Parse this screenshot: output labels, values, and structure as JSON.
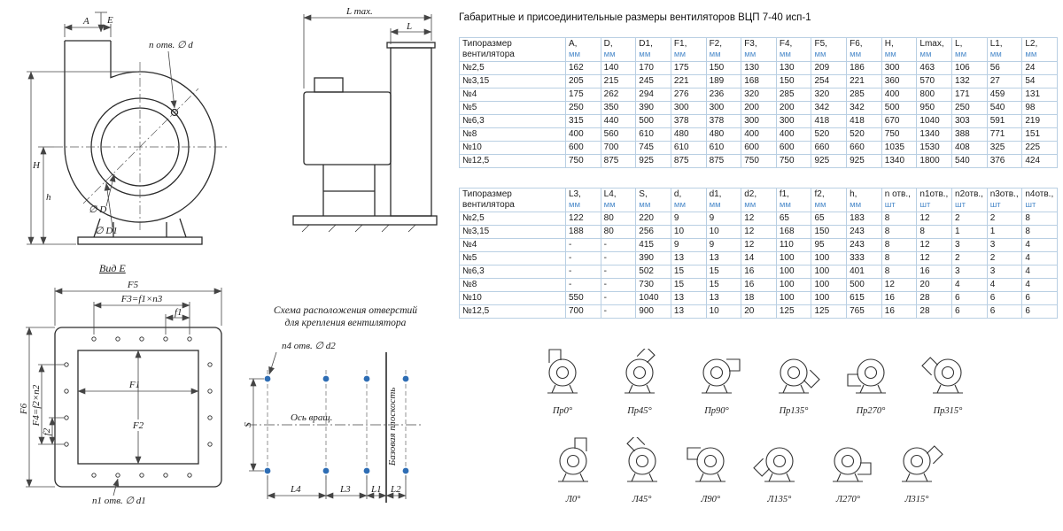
{
  "title": "Габаритные и присоединительные размеры вентиляторов ВЦП 7-40 исп-1",
  "colors": {
    "accent_blue": "#2e6db4",
    "unit_blue": "#4e8ccb",
    "table_border": "#b9cfe3",
    "drawing_line": "#2b2b2b"
  },
  "dim_table": {
    "corner": "Типоразмер вентилятора",
    "columns": [
      {
        "name": "A,",
        "unit": "мм"
      },
      {
        "name": "D,",
        "unit": "мм"
      },
      {
        "name": "D1,",
        "unit": "мм"
      },
      {
        "name": "F1,",
        "unit": "мм"
      },
      {
        "name": "F2,",
        "unit": "мм"
      },
      {
        "name": "F3,",
        "unit": "мм"
      },
      {
        "name": "F4,",
        "unit": "мм"
      },
      {
        "name": "F5,",
        "unit": "мм"
      },
      {
        "name": "F6,",
        "unit": "мм"
      },
      {
        "name": "H,",
        "unit": "мм"
      },
      {
        "name": "Lmax,",
        "unit": "мм"
      },
      {
        "name": "L,",
        "unit": "мм"
      },
      {
        "name": "L1,",
        "unit": "мм"
      },
      {
        "name": "L2,",
        "unit": "мм"
      }
    ],
    "rows": [
      {
        "label": "№2,5",
        "values": [
          "162",
          "140",
          "170",
          "175",
          "150",
          "130",
          "130",
          "209",
          "186",
          "300",
          "463",
          "106",
          "56",
          "24"
        ]
      },
      {
        "label": "№3,15",
        "values": [
          "205",
          "215",
          "245",
          "221",
          "189",
          "168",
          "150",
          "254",
          "221",
          "360",
          "570",
          "132",
          "27",
          "54"
        ]
      },
      {
        "label": "№4",
        "values": [
          "175",
          "262",
          "294",
          "276",
          "236",
          "320",
          "285",
          "320",
          "285",
          "400",
          "800",
          "171",
          "459",
          "131"
        ]
      },
      {
        "label": "№5",
        "values": [
          "250",
          "350",
          "390",
          "300",
          "300",
          "200",
          "200",
          "342",
          "342",
          "500",
          "950",
          "250",
          "540",
          "98"
        ]
      },
      {
        "label": "№6,3",
        "values": [
          "315",
          "440",
          "500",
          "378",
          "378",
          "300",
          "300",
          "418",
          "418",
          "670",
          "1040",
          "303",
          "591",
          "219"
        ]
      },
      {
        "label": "№8",
        "values": [
          "400",
          "560",
          "610",
          "480",
          "480",
          "400",
          "400",
          "520",
          "520",
          "750",
          "1340",
          "388",
          "771",
          "151"
        ]
      },
      {
        "label": "№10",
        "values": [
          "600",
          "700",
          "745",
          "610",
          "610",
          "600",
          "600",
          "660",
          "660",
          "1035",
          "1530",
          "408",
          "325",
          "225"
        ]
      },
      {
        "label": "№12,5",
        "values": [
          "750",
          "875",
          "925",
          "875",
          "875",
          "750",
          "750",
          "925",
          "925",
          "1340",
          "1800",
          "540",
          "376",
          "424"
        ]
      }
    ]
  },
  "hole_table": {
    "corner": "Типоразмер вентилятора",
    "columns": [
      {
        "name": "L3,",
        "unit": "мм"
      },
      {
        "name": "L4,",
        "unit": "мм"
      },
      {
        "name": "S,",
        "unit": "мм"
      },
      {
        "name": "d,",
        "unit": "мм"
      },
      {
        "name": "d1,",
        "unit": "мм"
      },
      {
        "name": "d2,",
        "unit": "мм"
      },
      {
        "name": "f1,",
        "unit": "мм"
      },
      {
        "name": "f2,",
        "unit": "мм"
      },
      {
        "name": "h,",
        "unit": "мм"
      },
      {
        "name": "n отв.,",
        "unit": "шт"
      },
      {
        "name": "n1отв.,",
        "unit": "шт"
      },
      {
        "name": "n2отв.,",
        "unit": "шт"
      },
      {
        "name": "n3отв.,",
        "unit": "шт"
      },
      {
        "name": "n4отв.,",
        "unit": "шт"
      }
    ],
    "rows": [
      {
        "label": "№2,5",
        "values": [
          "122",
          "80",
          "220",
          "9",
          "9",
          "12",
          "65",
          "65",
          "183",
          "8",
          "12",
          "2",
          "2",
          "8"
        ]
      },
      {
        "label": "№3,15",
        "values": [
          "188",
          "80",
          "256",
          "10",
          "10",
          "12",
          "168",
          "150",
          "243",
          "8",
          "8",
          "1",
          "1",
          "8"
        ]
      },
      {
        "label": "№4",
        "values": [
          "-",
          "-",
          "415",
          "9",
          "9",
          "12",
          "110",
          "95",
          "243",
          "8",
          "12",
          "3",
          "3",
          "4"
        ]
      },
      {
        "label": "№5",
        "values": [
          "-",
          "-",
          "390",
          "13",
          "13",
          "14",
          "100",
          "100",
          "333",
          "8",
          "12",
          "2",
          "2",
          "4"
        ]
      },
      {
        "label": "№6,3",
        "values": [
          "-",
          "-",
          "502",
          "15",
          "15",
          "16",
          "100",
          "100",
          "401",
          "8",
          "16",
          "3",
          "3",
          "4"
        ]
      },
      {
        "label": "№8",
        "values": [
          "-",
          "-",
          "730",
          "15",
          "15",
          "16",
          "100",
          "100",
          "500",
          "12",
          "20",
          "4",
          "4",
          "4"
        ]
      },
      {
        "label": "№10",
        "values": [
          "550",
          "-",
          "1040",
          "13",
          "13",
          "18",
          "100",
          "100",
          "615",
          "16",
          "28",
          "6",
          "6",
          "6"
        ]
      },
      {
        "label": "№12,5",
        "values": [
          "700",
          "-",
          "900",
          "13",
          "10",
          "20",
          "125",
          "125",
          "765",
          "16",
          "28",
          "6",
          "6",
          "6"
        ]
      }
    ]
  },
  "drawings": {
    "side": {
      "e": "E",
      "a": "A",
      "n_otv": "n отв. ∅ d",
      "h": "h",
      "H": "H",
      "dD": "∅ D",
      "dD1": "∅ D1"
    },
    "front": {
      "lmax": "L max.",
      "l": "L"
    },
    "view_e": {
      "title": "Вид Е",
      "f5": "F5",
      "f3": "F3=f1×n3",
      "f1": "f1",
      "F1": "F1",
      "F2": "F2",
      "f6": "F6",
      "f4": "F4=f2×n2",
      "f2": "f2",
      "n1_otv": "n1 отв. ∅ d1"
    },
    "scheme": {
      "title1": "Схема расположения отверстий",
      "title2": "для крепления вентилятора",
      "n4_otv": "n4 отв. ∅ d2",
      "axis": "Ось вращ.",
      "base_plane": "Базовая плоскость",
      "s": "S",
      "l4": "L4",
      "l3": "L3",
      "l1": "L1",
      "l2": "L2"
    }
  },
  "orientations": {
    "row1": [
      "Пр0°",
      "Пр45°",
      "Пр90°",
      "Пр135°",
      "Пр270°",
      "Пр315°"
    ],
    "row2": [
      "Л0°",
      "Л45°",
      "Л90°",
      "Л135°",
      "Л270°",
      "Л315°"
    ]
  }
}
